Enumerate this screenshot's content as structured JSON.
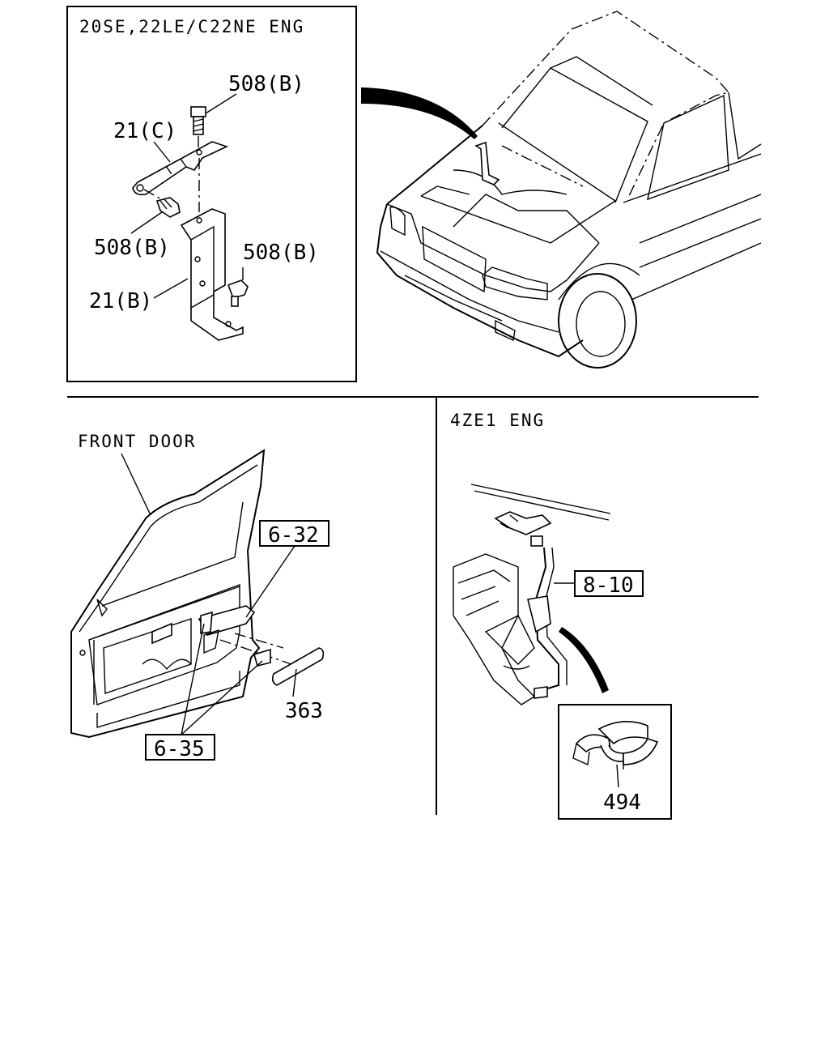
{
  "sections": {
    "top_left": {
      "header": "20SE,22LE/C22NE ENG",
      "labels": {
        "bolt_top": "508(B)",
        "bracket_c": "21(C)",
        "bolt_left": "508(B)",
        "bolt_right": "508(B)",
        "bracket_b": "21(B)"
      }
    },
    "bottom_left": {
      "header": "FRONT DOOR",
      "labels": {
        "ref_top": "6-32",
        "ref_bottom": "6-35",
        "part": "363"
      }
    },
    "bottom_right": {
      "header": "4ZE1 ENG",
      "labels": {
        "ref": "8-10",
        "clip": "494"
      }
    }
  }
}
